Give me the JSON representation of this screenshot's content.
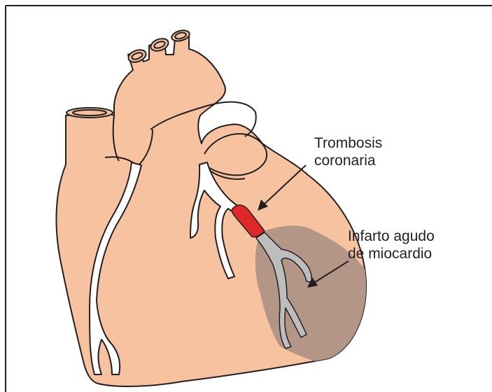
{
  "labels": {
    "thrombosis": {
      "line1": "Trombosis",
      "line2": "coronaria"
    },
    "infarct": {
      "line1": "Infarto agudo",
      "line2": "de miocardio"
    }
  },
  "colors": {
    "heart_fill": "#f7c2a0",
    "outline": "#231f20",
    "infarct_zone": "#b49687",
    "thrombus": "#e0282a",
    "artery_in_infarct": "#bdbdbd",
    "vessel": "#ffffff"
  }
}
